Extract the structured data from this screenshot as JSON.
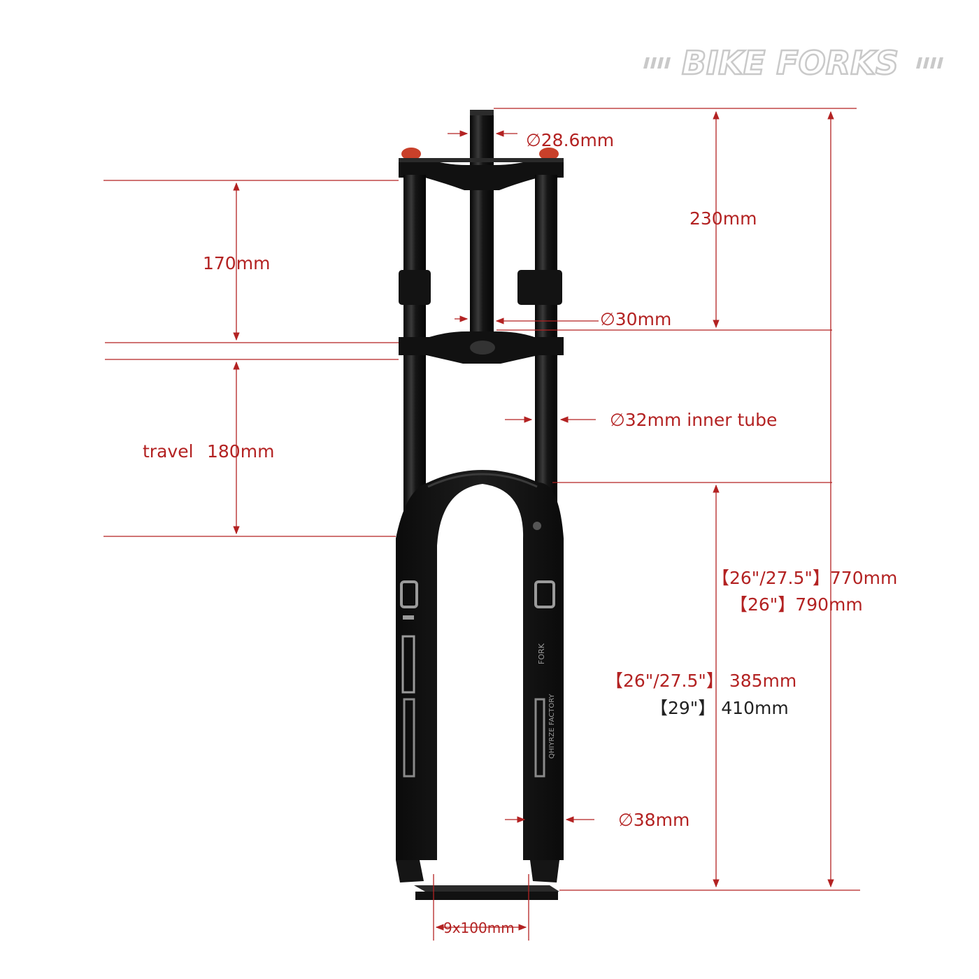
{
  "header": {
    "title": "BIKE  FORKS",
    "title_color": "#c9c9c9"
  },
  "colors": {
    "dimension": "#b32222",
    "dimension_text": "#b32222",
    "fork_body": "#111111",
    "accent_cap": "#c8402a",
    "decal": "#9a9a9a"
  },
  "dimensions": {
    "steerer_diameter": "∅28.6mm",
    "steerer_length": "230mm",
    "stanchion_upper": "170mm",
    "crown_diameter": "∅30mm",
    "inner_tube": "∅32mm inner tube",
    "travel_label": "travel",
    "travel_value": "180mm",
    "overall_26_275": "【26\"/27.5\"】770mm",
    "overall_26": "【26\"】790mm",
    "axle_crown_26_275": "【26\"/27.5\"】 385mm",
    "axle_crown_29": "【29\"】 410mm",
    "lower_leg": "∅38mm",
    "axle": "9x100mm"
  },
  "decal": {
    "brand_side": "QHIYRZE FACTORY",
    "fork_word": "FORK"
  }
}
